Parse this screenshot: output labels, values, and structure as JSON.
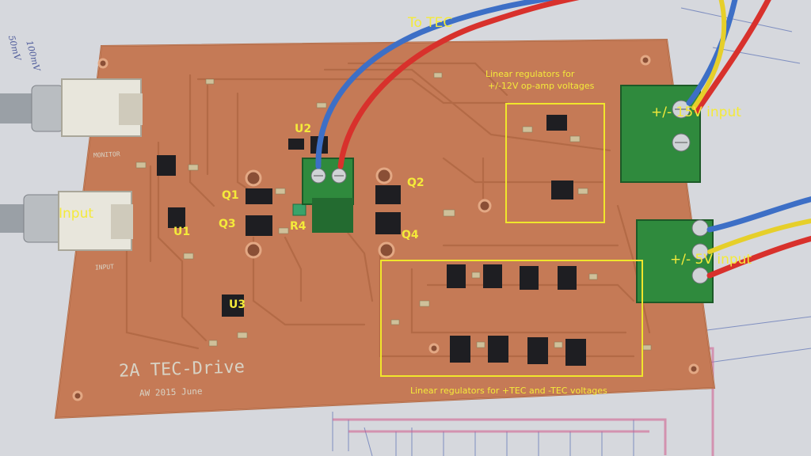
{
  "annotations": {
    "to_tec": "To TEC",
    "input": "Input",
    "pm15": "+/- 15V input",
    "pm5": "+/- 5V input",
    "reg12_line1": "Linear regulators for",
    "reg12_line2": "+/-12V op-amp voltages",
    "regtec": "Linear regulators for +TEC and -TEC voltages",
    "u1": "U1",
    "u2": "U2",
    "u3": "U3",
    "q1": "Q1",
    "q2": "Q2",
    "q3": "Q3",
    "q4": "Q4",
    "r4": "R4"
  },
  "silkscreen": {
    "title": "2A TEC-Drive",
    "credit": "AW 2015 June",
    "monitor": "MONITOR",
    "input": "INPUT"
  },
  "handwriting": {
    "a": "50mV",
    "b": "100mV"
  },
  "colors": {
    "annotation": "#f4ea3a",
    "pcb_copper": "#c57a56",
    "wire_red": "#d8312c",
    "wire_blue": "#3d6fc6",
    "wire_yellow": "#e6cf2a",
    "terminal_green": "#2f8a3d"
  }
}
